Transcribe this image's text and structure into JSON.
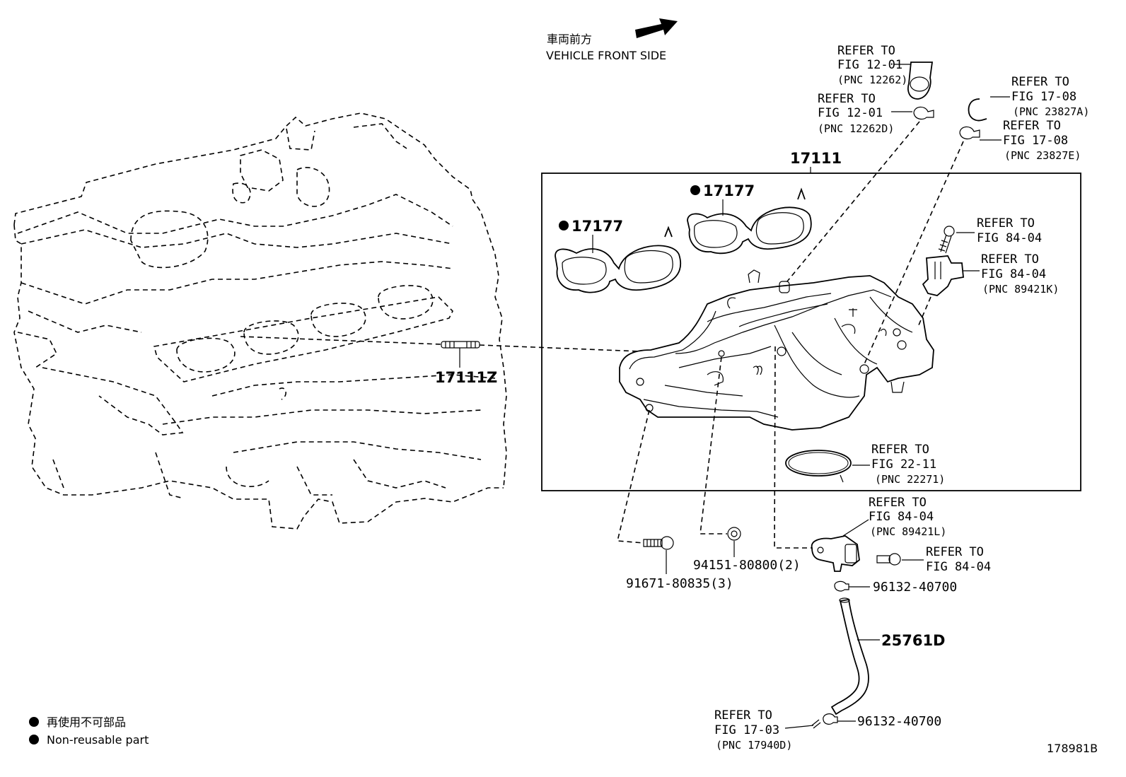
{
  "orientation": {
    "jp": "車両前方",
    "en": "VEHICLE FRONT SIDE",
    "icon": "arrow-icon"
  },
  "assembly_label": "17111",
  "parts": {
    "gasket_a": "17177",
    "gasket_b": "17177",
    "stud": "17111Z",
    "bolt_a": "91671-80835(3)",
    "nut": "94151-80800(2)",
    "clamp_upper": "96132-40700",
    "clamp_lower": "96132-40700",
    "hose": "25761D"
  },
  "refs": {
    "r1": {
      "l1": "REFER TO",
      "l2": "FIG 12-01",
      "l3": "(PNC 12262)"
    },
    "r2": {
      "l1": "REFER TO",
      "l2": "FIG 12-01",
      "l3": "(PNC 12262D)"
    },
    "r3": {
      "l1": "REFER TO",
      "l2": "FIG 17-08",
      "l3": "(PNC 23827A)"
    },
    "r4": {
      "l1": "REFER TO",
      "l2": "FIG 17-08",
      "l3": "(PNC 23827E)"
    },
    "r5": {
      "l1": "REFER TO",
      "l2": "FIG 84-04"
    },
    "r6": {
      "l1": "REFER TO",
      "l2": "FIG 84-04",
      "l3": "(PNC 89421K)"
    },
    "r7": {
      "l1": "REFER TO",
      "l2": "FIG 22-11",
      "l3": "(PNC 22271)"
    },
    "r8": {
      "l1": "REFER TO",
      "l2": "FIG 84-04",
      "l3": "(PNC 89421L)"
    },
    "r9": {
      "l1": "REFER TO",
      "l2": "FIG 84-04"
    },
    "r10": {
      "l1": "REFER TO",
      "l2": "FIG 17-03",
      "l3": "(PNC 17940D)"
    }
  },
  "legend": {
    "jp": "再使用不可部品",
    "en": "Non-reusable part",
    "marker_icon": "filled-circle-icon"
  },
  "figure_code": "178981B"
}
